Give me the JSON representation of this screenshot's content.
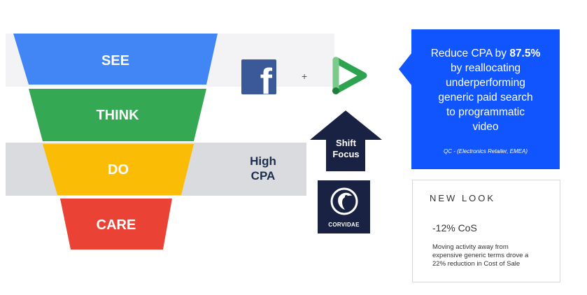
{
  "funnel": {
    "stages": [
      {
        "label": "SEE",
        "color": "#4285f4"
      },
      {
        "label": "THINK",
        "color": "#34a853"
      },
      {
        "label": "DO",
        "color": "#fbbc05"
      },
      {
        "label": "CARE",
        "color": "#ea4335"
      }
    ],
    "high_cpa_line1": "High",
    "high_cpa_line2": "CPA"
  },
  "channels": {
    "facebook_letter": "f",
    "plus": "+",
    "facebook_icon": "facebook-logo",
    "display_video_icon": "display-video-360-logo"
  },
  "shift_focus": {
    "line1": "Shift",
    "line2": "Focus",
    "color": "#1a2244"
  },
  "corvidae": {
    "label": "CORVIDAE"
  },
  "callout": {
    "prefix": "Reduce CPA by ",
    "highlight": "87.5%",
    "line2": "by reallocating",
    "line3": "underperforming",
    "line4": "generic paid search",
    "line5": "to programmatic",
    "line6": "video",
    "source": "QC - (Electronics Retailer, EMEA)",
    "color": "#1155ff"
  },
  "new_look": {
    "brand": "NEW LOOK",
    "metric": "-12% CoS",
    "desc_line1": "Moving activity away from",
    "desc_line2": "expensive generic terms drove a",
    "desc_line3": "22% reduction  in Cost of Sale"
  }
}
